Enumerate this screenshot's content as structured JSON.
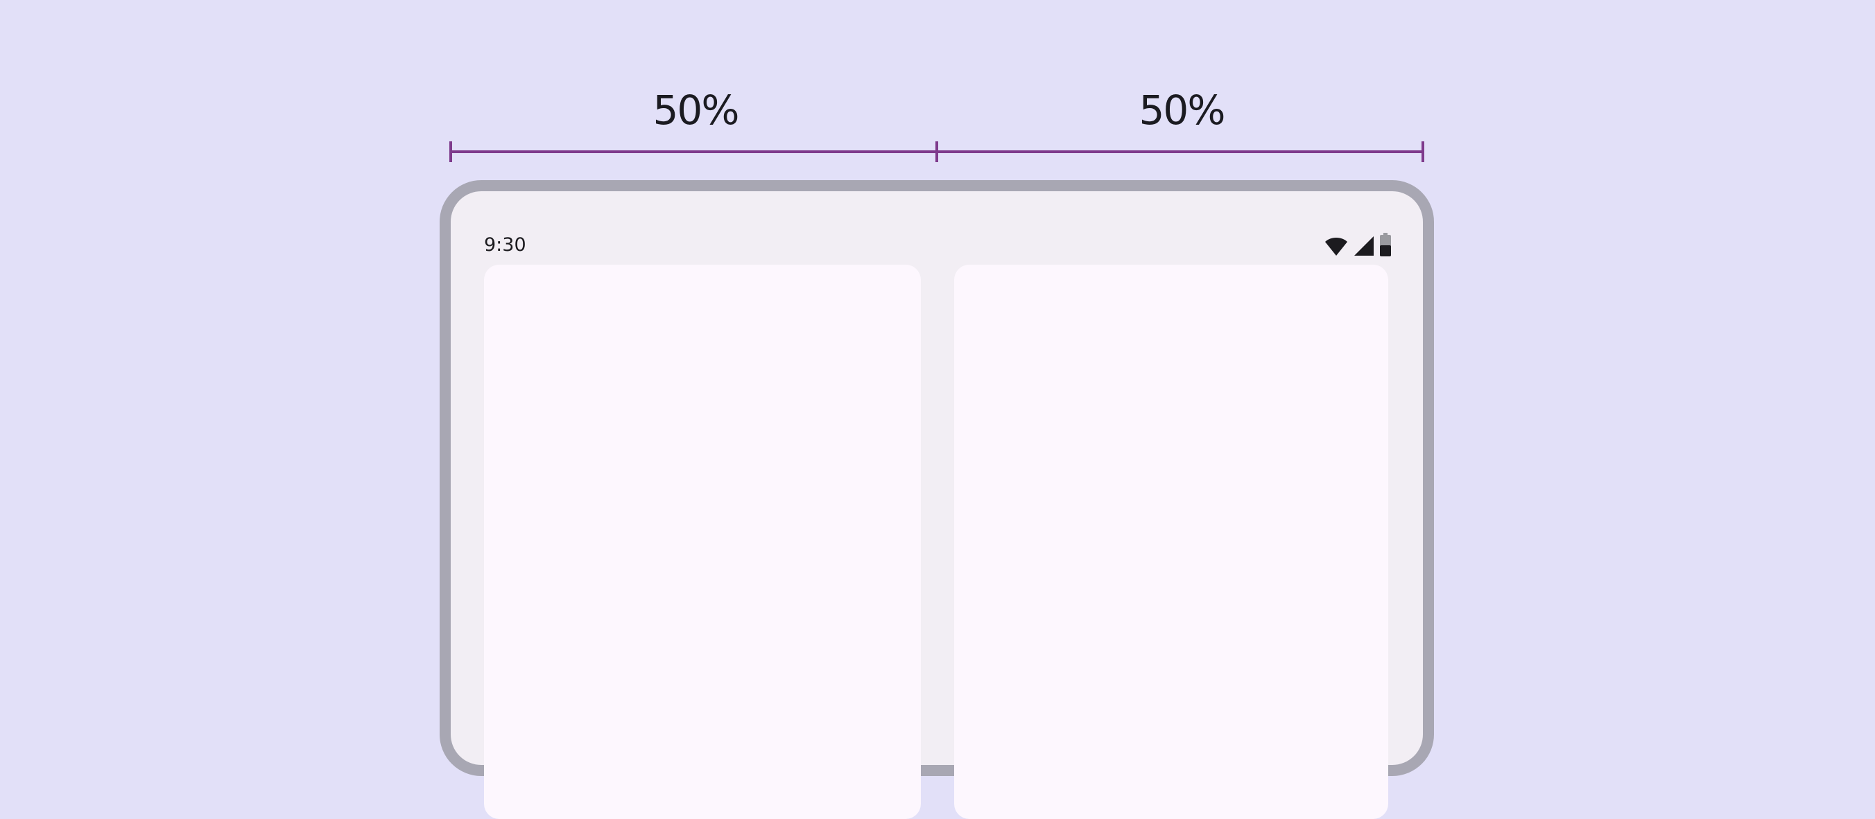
{
  "measurements": {
    "left_label": "50%",
    "right_label": "50%"
  },
  "status_bar": {
    "time": "9:30",
    "icons": [
      "wifi-icon",
      "cellular-signal-icon",
      "battery-icon"
    ]
  },
  "panes": [
    {
      "name": "left-pane",
      "share": 0.5
    },
    {
      "name": "right-pane",
      "share": 0.5
    }
  ],
  "colors": {
    "background": "#e2e0f8",
    "ruler": "#7e3a8c",
    "device_frame": "#a8a7b3",
    "screen": "#f2eef4",
    "pane": "#fdf7fe",
    "text": "#1b1b21"
  }
}
